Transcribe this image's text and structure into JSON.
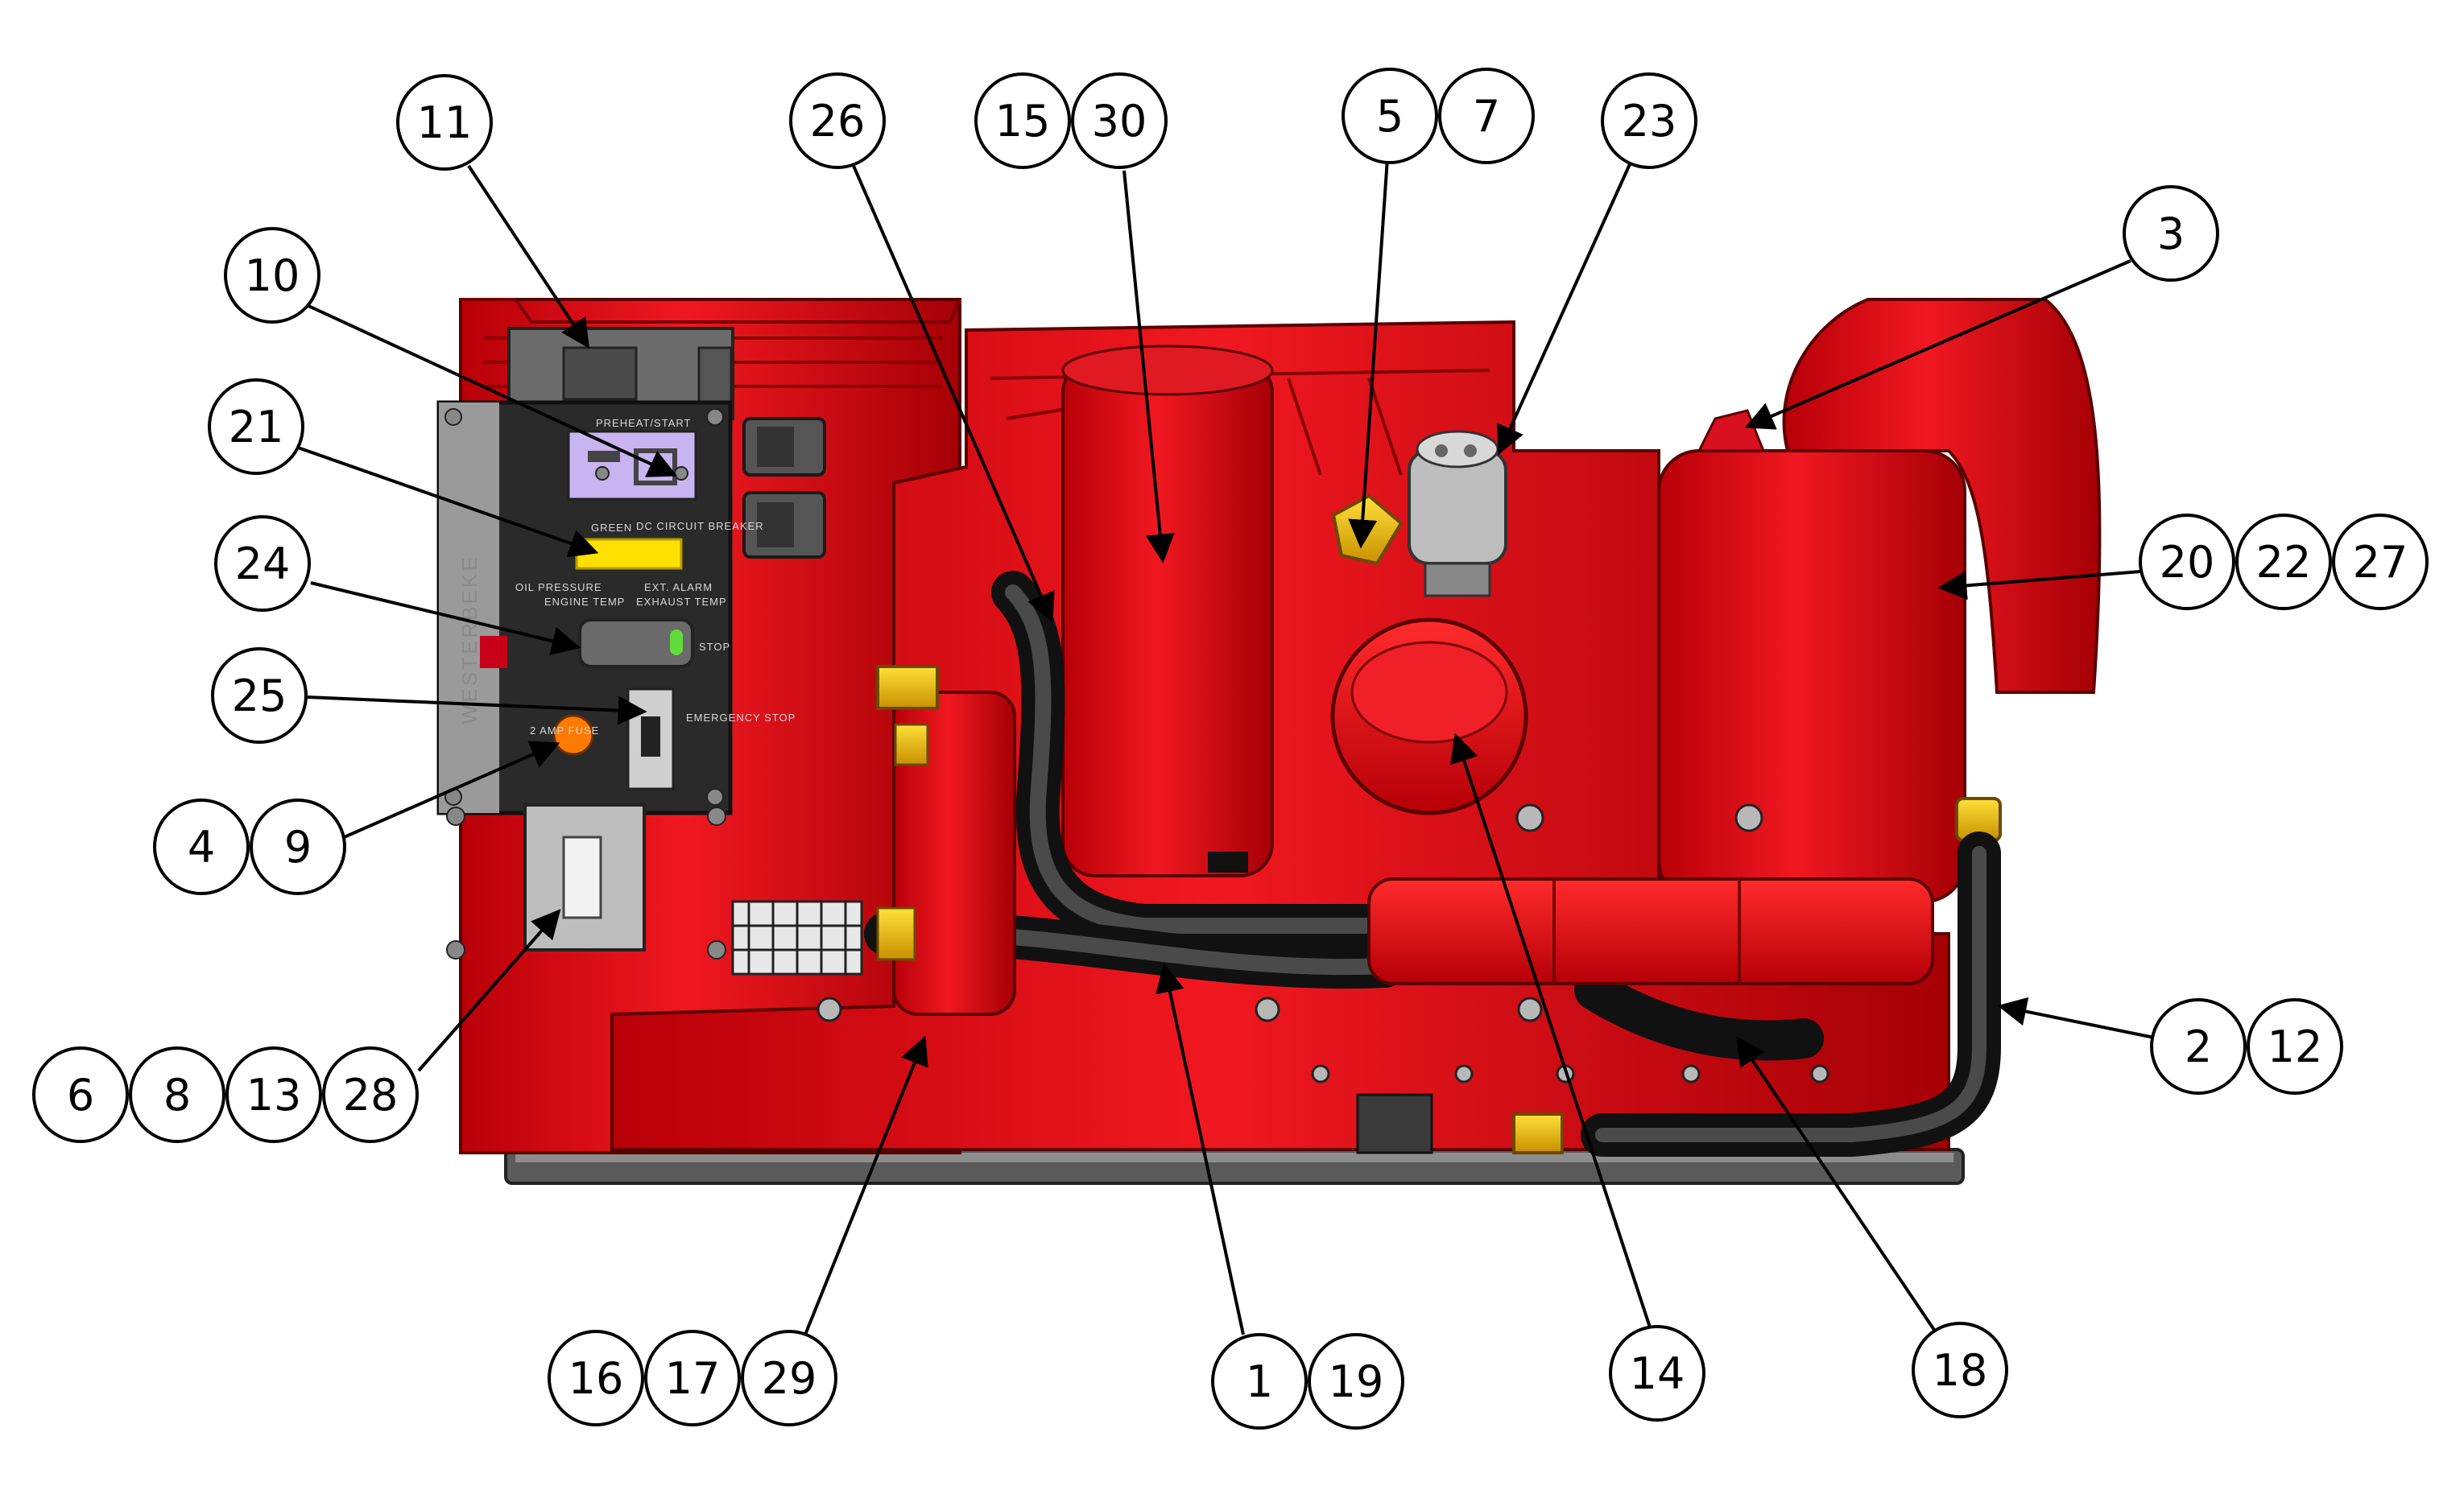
{
  "diagram": {
    "brand": "WESTERBEKE",
    "panel_labels": {
      "preheat": "PREHEAT/START",
      "glow": "GREEN",
      "oil_pressure": "OIL PRESSURE",
      "ext_alarm": "EXT. ALARM",
      "engine_temp": "ENGINE TEMP",
      "exhaust_temp": "EXHAUST TEMP",
      "stop": "STOP",
      "fuse": "2 AMP FUSE",
      "emergency_stop": "EMERGENCY STOP",
      "dc_breaker": "DC CIRCUIT BREAKER"
    },
    "callouts": [
      {
        "id": "c11",
        "labels": [
          "11"
        ]
      },
      {
        "id": "c10",
        "labels": [
          "10"
        ]
      },
      {
        "id": "c21",
        "labels": [
          "21"
        ]
      },
      {
        "id": "c24",
        "labels": [
          "24"
        ]
      },
      {
        "id": "c25",
        "labels": [
          "25"
        ]
      },
      {
        "id": "c4-9",
        "labels": [
          "4",
          "9"
        ]
      },
      {
        "id": "c6-8-13-28",
        "labels": [
          "6",
          "8",
          "13",
          "28"
        ]
      },
      {
        "id": "c26",
        "labels": [
          "26"
        ]
      },
      {
        "id": "c15-30",
        "labels": [
          "15",
          "30"
        ]
      },
      {
        "id": "c5-7",
        "labels": [
          "5",
          "7"
        ]
      },
      {
        "id": "c23",
        "labels": [
          "23"
        ]
      },
      {
        "id": "c3",
        "labels": [
          "3"
        ]
      },
      {
        "id": "c20-22-27",
        "labels": [
          "20",
          "22",
          "27"
        ]
      },
      {
        "id": "c2-12",
        "labels": [
          "2",
          "12"
        ]
      },
      {
        "id": "c16-17-29",
        "labels": [
          "16",
          "17",
          "29"
        ]
      },
      {
        "id": "c1-19",
        "labels": [
          "1",
          "19"
        ]
      },
      {
        "id": "c14",
        "labels": [
          "14"
        ]
      },
      {
        "id": "c18",
        "labels": [
          "18"
        ]
      }
    ]
  }
}
